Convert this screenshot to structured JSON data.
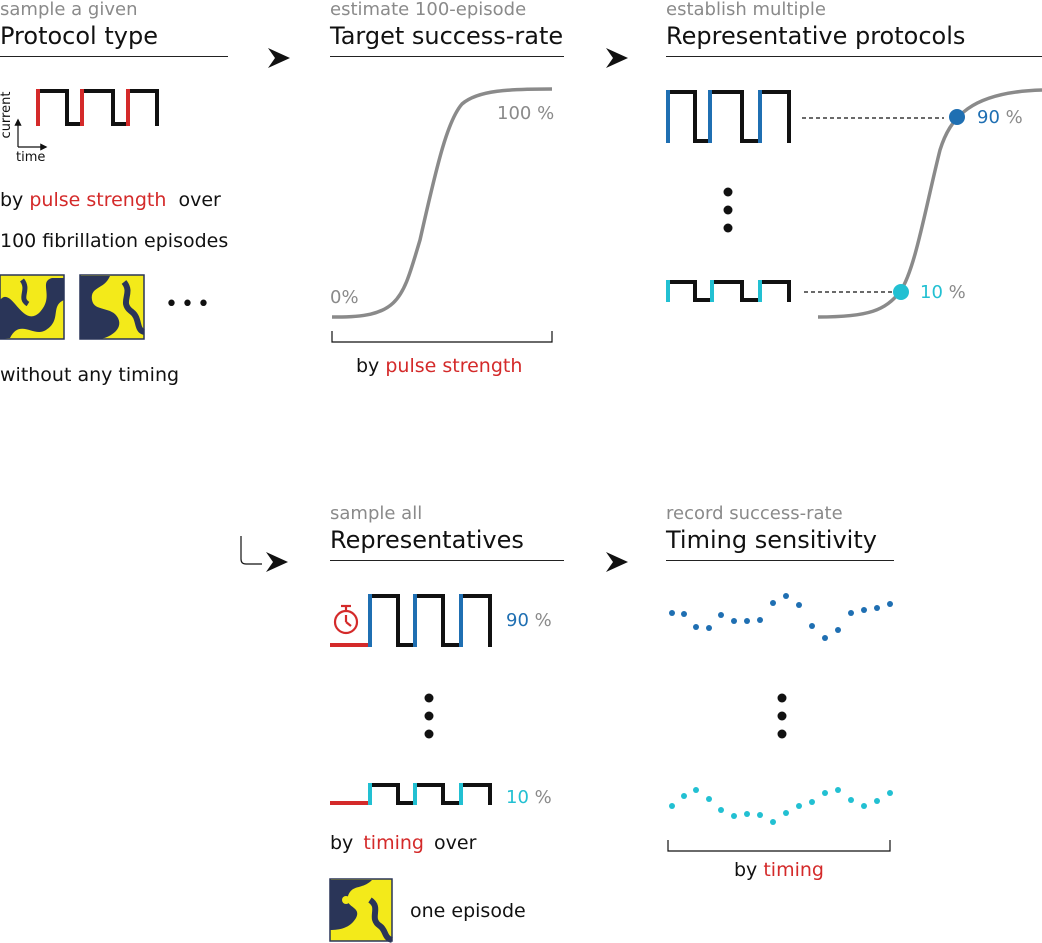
{
  "panels": {
    "p1": {
      "pre": "sample a given",
      "title": "Protocol type"
    },
    "p2": {
      "pre": "estimate 100-episode",
      "title": "Target success-rate"
    },
    "p3": {
      "pre": "establish multiple",
      "title": "Representative protocols"
    },
    "p4": {
      "pre": "sample all",
      "title": "Representatives"
    },
    "p5": {
      "pre": "record success-rate",
      "title": "Timing sensitivity"
    }
  },
  "p1": {
    "axis_y": "current",
    "axis_x": "time",
    "by": "by",
    "pulse_strength": "pulse strength",
    "over": "over",
    "episodes": "100 fibrillation episodes",
    "ellipsis": "•••",
    "without": "without any timing"
  },
  "p2": {
    "pct100": "100 %",
    "pct0": "0%",
    "by": "by",
    "pulse_strength": "pulse strength"
  },
  "p3": {
    "high_num": "90",
    "high_unit": "%",
    "low_num": "10",
    "low_unit": "%"
  },
  "p4": {
    "high_num": "90",
    "high_unit": "%",
    "low_num": "10",
    "low_unit": "%",
    "by": "by",
    "timing": "timing",
    "over": "over",
    "one_episode": "one episode"
  },
  "p5": {
    "by": "by",
    "timing": "timing"
  },
  "colors": {
    "red": "#d42a2a",
    "blue": "#1f6fb2",
    "cyan": "#22c0d2",
    "gray": "#8a8a8a",
    "black": "#111111",
    "pattern_yellow": "#f3ea1a",
    "pattern_navy": "#2a3558"
  },
  "icons": [
    "arrow-right-icon",
    "stopwatch-icon",
    "vertical-ellipsis-icon",
    "fibrillation-pattern-icon"
  ]
}
